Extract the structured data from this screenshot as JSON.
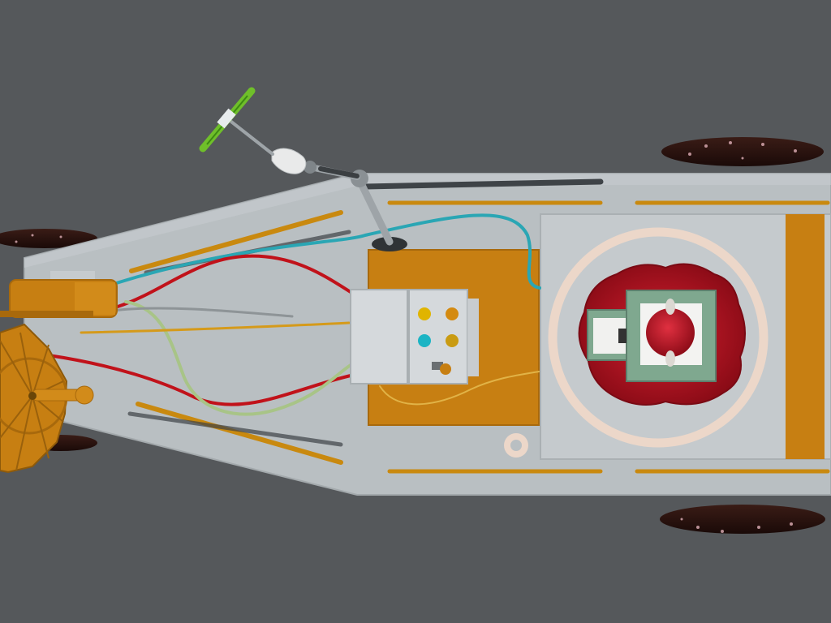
{
  "scene": {
    "view": "top-down",
    "colors": {
      "background": "#55585b",
      "chassis": "#b9bfc2",
      "chassis_edge": "#9aa0a3",
      "slot": "#c9890f",
      "slot_shadow": "#3e4347",
      "wood": "#c77f12",
      "wood_dark": "#a8690c",
      "tire": "#2a1410",
      "wire_red": "#c1121a",
      "wire_cyan": "#2aa6b4",
      "wire_green": "#a8c487",
      "wire_orange": "#d59a1a",
      "seat_red": "#a30f1c",
      "panel_green": "#7fa88f",
      "arm_grey": "#9ea4a8",
      "flag_green": "#6fbf2a",
      "ring": "#ecd7c9"
    },
    "control_box": {
      "buttons": [
        "yellow-button",
        "orange-button",
        "cyan-button",
        "amber-button"
      ],
      "button_colors": [
        "#e0b400",
        "#d48a10",
        "#1bb4c4",
        "#c99b12"
      ],
      "lever": "switch-lever"
    },
    "icons": [
      "steering-wheel-icon",
      "robot-arm-icon",
      "flag-icon",
      "washer-icon"
    ]
  }
}
